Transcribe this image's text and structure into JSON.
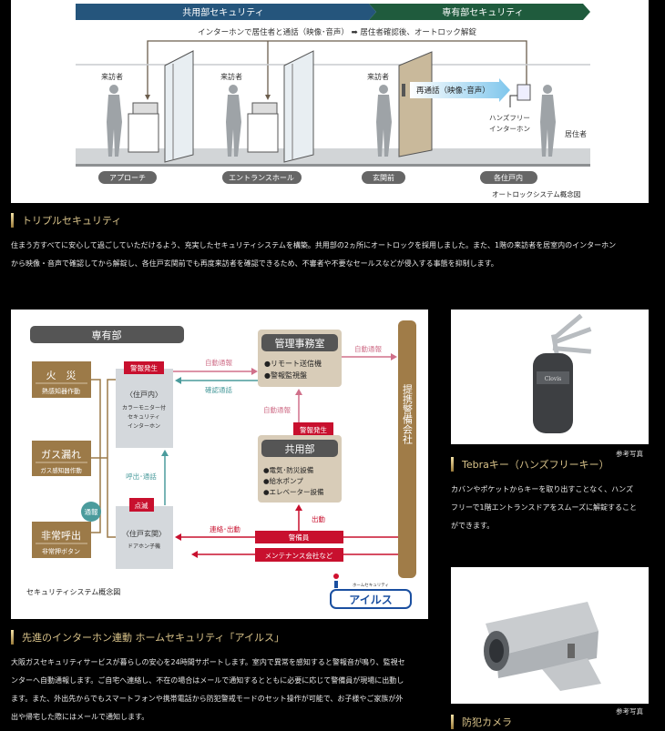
{
  "autolock": {
    "banner_common": "共用部セキュリティ",
    "banner_private": "専有部セキュリティ",
    "flow_text": "インターホンで居住者と通話（映像･音声） ➡ 居住者確認後、オートロック解錠",
    "visitor": "来訪者",
    "recall": "再通話（映像･音声）",
    "handsfree_1": "ハンズフリー",
    "handsfree_2": "インターホン",
    "resident": "居住者",
    "stages": [
      "アプローチ",
      "エントランスホール",
      "玄関前",
      "各住戸内"
    ],
    "caption": "オートロックシステム概念図"
  },
  "triple": {
    "heading": "トリプルセキュリティ",
    "lines": [
      "住まう方すべてに安心して過ごしていただけるよう、充実したセキュリティシステムを構築。共用部の2ヵ所にオートロックを採用しました。また、1階の来訪者を居室内のインターホン",
      "から映像・音声で確認してから解錠し、各住戸玄関前でも再度来訪者を確認できるため、不審者や不要なセールスなどが侵入する事態を抑制します。"
    ]
  },
  "security": {
    "private_header": "専有部",
    "sensors": [
      {
        "title": "火　災",
        "sub": "熱感知器作動"
      },
      {
        "title": "ガス漏れ",
        "sub": "ガス感知器作動"
      },
      {
        "title": "非常呼出",
        "sub": "非常押ボタン"
      }
    ],
    "notify": "通報",
    "alarm": "警報発生",
    "blink": "点滅",
    "unit_inside": [
      "〈住戸内〉",
      "カラーモニター付",
      "セキュリティ",
      "インターホン"
    ],
    "unit_entrance": [
      "〈住戸玄関〉",
      "ドアホン子機"
    ],
    "call": "呼出･通話",
    "auto_report": "自動通報",
    "confirm_call": "確認通話",
    "office": {
      "title": "管理事務室",
      "items": [
        "●リモート送信機",
        "●警報監視盤"
      ]
    },
    "common": {
      "title": "共用部",
      "items": [
        "●電気･防災設備",
        "●給水ポンプ",
        "●エレベーター設備"
      ]
    },
    "partner": "提携警備会社",
    "guard": "警備員",
    "maintenance": "メンテナンス会社など",
    "contact": "連絡･出動",
    "dispatch": "出動",
    "caption": "セキュリティシステム概念図",
    "logo_sub": "ホームセキュリティ",
    "logo": "アイルス"
  },
  "ails": {
    "heading": "先進のインターホン連動 ホームセキュリティ「アイルス」",
    "lines": [
      "大阪ガスセキュリティサービスが暮らしの安心を24時間サポートします。室内で異常を感知すると警報音が鳴り、監視セ",
      "ンターへ自動通報します。ご自宅へ連絡し、不在の場合はメールで通知するとともに必要に応じて警備員が現場に出動し",
      "ます。また、外出先からでもスマートフォンや携帯電話から防犯警戒モードのセット操作が可能で、お子様やご家族が外",
      "出や帰宅した際にはメールで通知します。"
    ]
  },
  "tebra": {
    "ref": "参考写真",
    "brand": "Clovis",
    "heading": "Tebraキー（ハンズフリーキー）",
    "lines": [
      "カバンやポケットからキーを取り出すことなく、ハンズ",
      "フリーで1階エントランスドアをスムーズに解錠すること",
      "ができます。"
    ]
  },
  "camera": {
    "ref": "参考写真",
    "heading": "防犯カメラ"
  },
  "colors": {
    "blue": "#25557c",
    "green": "#1f5b3d",
    "brown": "#9c7a48",
    "red": "#c8102e",
    "teal": "#4a9b9c",
    "pink": "#d0708a",
    "gold": "#d9c38a"
  }
}
